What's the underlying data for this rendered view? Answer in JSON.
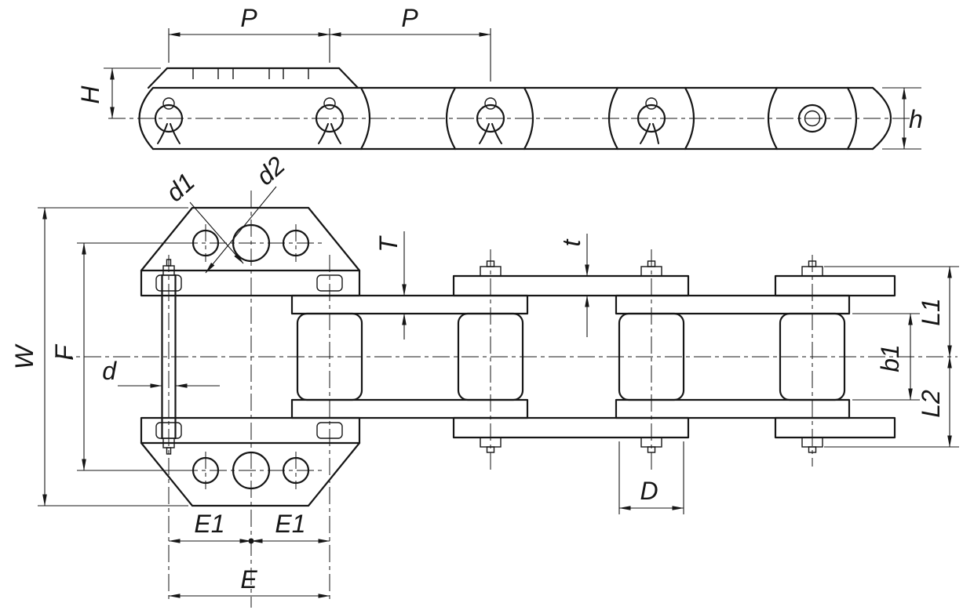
{
  "page": {
    "background": "#ffffff",
    "line_color": "#161616"
  },
  "drawing": {
    "type": "technical-drawing",
    "labels": {
      "pitch_left": "P",
      "pitch_right": "P",
      "attachment_height": "H",
      "plate_height": "h",
      "small_hole_diameter": "d1",
      "large_hole_diameter": "d2",
      "inner_plate_thickness": "T",
      "outer_plate_thickness": "t",
      "overall_width": "W",
      "hole_row_distance": "F",
      "pin_diameter": "d",
      "hole_offset_left": "E1",
      "hole_offset_right": "E1",
      "hole_span": "E",
      "roller_diameter": "D",
      "pin_length_upper": "L1",
      "inner_width": "b1",
      "pin_length_lower": "L2"
    }
  }
}
